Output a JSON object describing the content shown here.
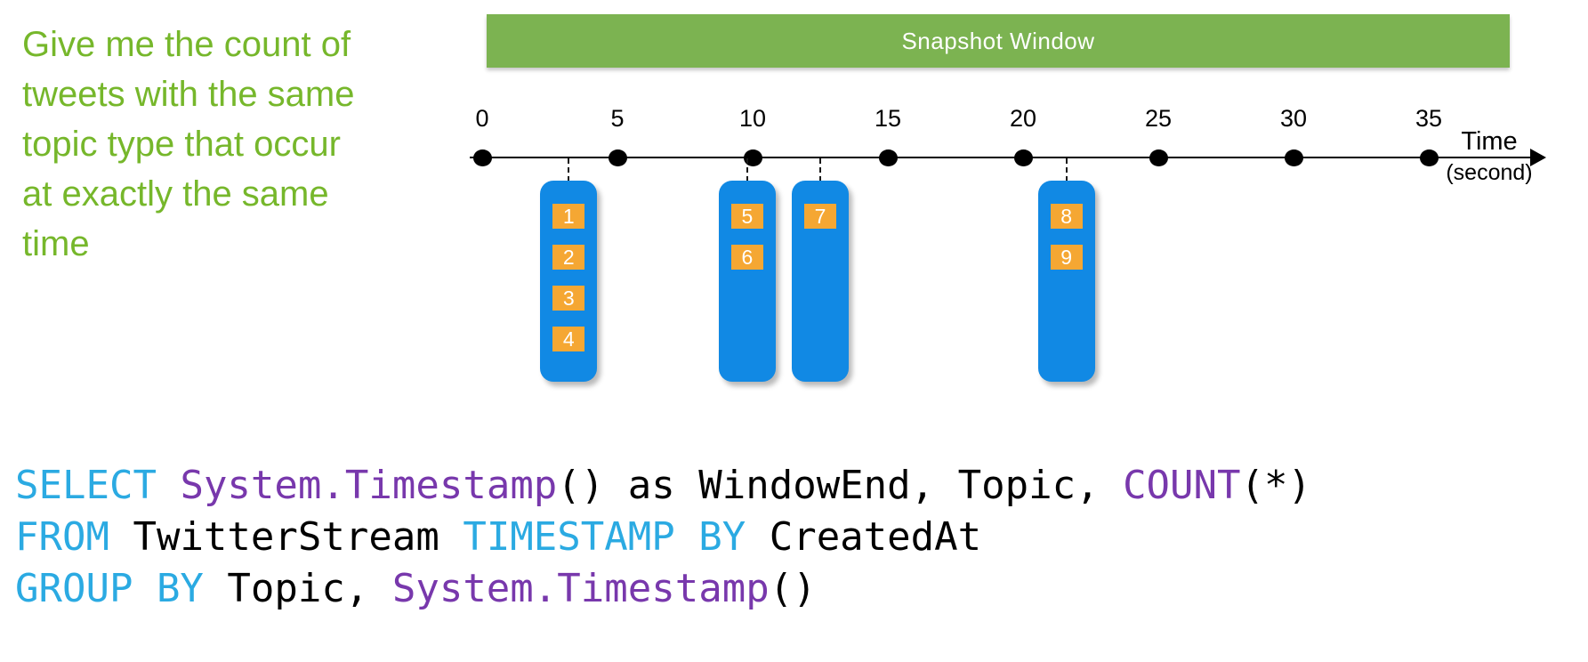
{
  "colors": {
    "green-text": "#76B72B",
    "banner-green": "#7CB351",
    "blue": "#1189E4",
    "orange": "#F5A733",
    "cyan": "#2BAAE2",
    "purple": "#7838AC"
  },
  "question": {
    "text": "Give me the count of tweets with the same topic type that occur at exactly the same time",
    "lines": [
      "Give me the count of",
      "tweets with the same",
      "topic type that occur",
      "at exactly the same",
      "time"
    ]
  },
  "banner": {
    "label": "Snapshot Window"
  },
  "timeline": {
    "ticks": [
      0,
      5,
      10,
      15,
      20,
      25,
      30,
      35
    ],
    "unit_label_line1": "Time",
    "unit_label_line2": "(second)"
  },
  "groups": [
    {
      "time_s": 3.2,
      "events": [
        "1",
        "2",
        "3",
        "4"
      ]
    },
    {
      "time_s": 9.8,
      "events": [
        "5",
        "6"
      ]
    },
    {
      "time_s": 12.5,
      "events": [
        "7"
      ]
    },
    {
      "time_s": 21.6,
      "events": [
        "8",
        "9"
      ]
    }
  ],
  "code": {
    "lines": [
      [
        {
          "t": "SELECT",
          "c": "kw"
        },
        {
          "t": " ",
          "c": "pl"
        },
        {
          "t": "System.Timestamp",
          "c": "fn"
        },
        {
          "t": "() as WindowEnd, Topic, ",
          "c": "pl"
        },
        {
          "t": "COUNT",
          "c": "fn"
        },
        {
          "t": "(*)",
          "c": "pl"
        }
      ],
      [
        {
          "t": "FROM",
          "c": "kw"
        },
        {
          "t": " TwitterStream ",
          "c": "pl"
        },
        {
          "t": "TIMESTAMP BY",
          "c": "kw"
        },
        {
          "t": " CreatedAt",
          "c": "pl"
        }
      ],
      [
        {
          "t": "GROUP BY",
          "c": "kw"
        },
        {
          "t": " Topic, ",
          "c": "pl"
        },
        {
          "t": "System.Timestamp",
          "c": "fn"
        },
        {
          "t": "()",
          "c": "pl"
        }
      ]
    ]
  }
}
